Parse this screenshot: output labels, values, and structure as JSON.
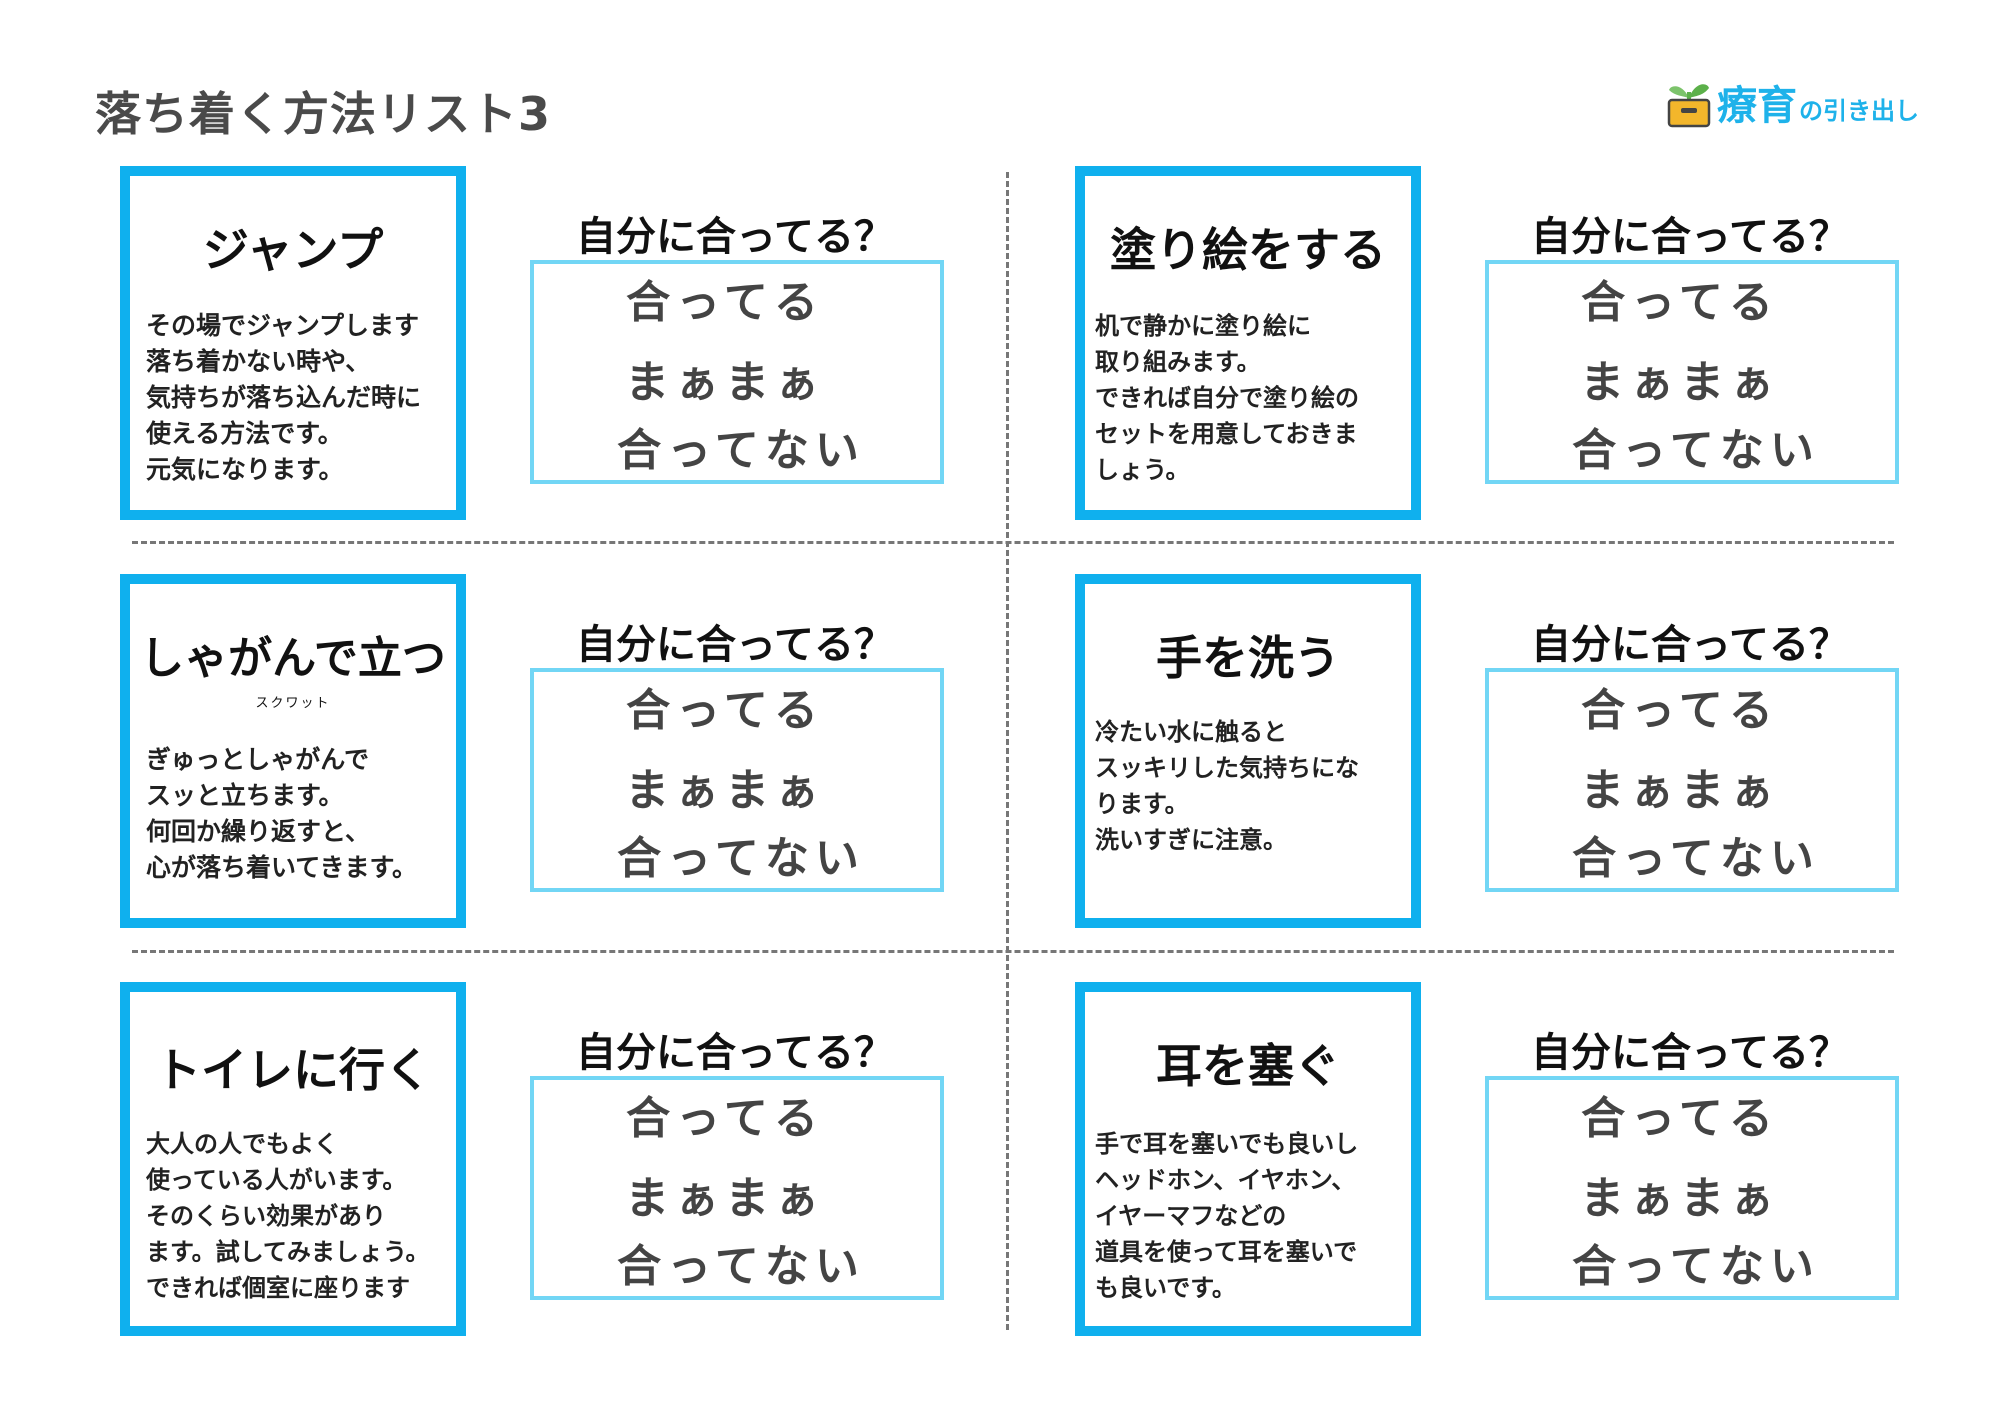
{
  "header": {
    "title": "落ち着く方法リスト3",
    "brand_name": "療育",
    "brand_sub": "の引き出し",
    "brand_color": "#1eb2ea"
  },
  "question_label": "自分に合ってる？",
  "choices": [
    "合ってる",
    "まぁまぁ",
    "合ってない"
  ],
  "colors": {
    "card_border": "#0fb0ee",
    "choice_border": "#72d6f5",
    "divider": "#777777"
  },
  "cards": [
    {
      "title": "ジャンプ",
      "ruby": "",
      "description": "その場でジャンプします\n落ち着かない時や、\n気持ちが落ち込んだ時に\n使える方法です。\n元気になります。"
    },
    {
      "title": "塗り絵をする",
      "ruby": "",
      "description": "机で静かに塗り絵に\n取り組みます。\nできれば自分で塗り絵の\nセットを用意しておきま\nしょう。"
    },
    {
      "title": "しゃがんで立つ",
      "ruby": "スクワット",
      "description": "ぎゅっとしゃがんで\nスッと立ちます。\n何回か繰り返すと、\n心が落ち着いてきます。"
    },
    {
      "title": "手を洗う",
      "ruby": "",
      "description": "冷たい水に触ると\nスッキリした気持ちにな\nります。\n洗いすぎに注意。"
    },
    {
      "title": "トイレに行く",
      "ruby": "",
      "description": "大人の人でもよく\n使っている人がいます。\nそのくらい効果があり\nます。試してみましょう。\nできれば個室に座ります"
    },
    {
      "title": "耳を塞ぐ",
      "ruby": "",
      "description": "手で耳を塞いでも良いし\nヘッドホン、イヤホン、\nイヤーマフなどの\n道具を使って耳を塞いで\nも良いです。"
    }
  ]
}
